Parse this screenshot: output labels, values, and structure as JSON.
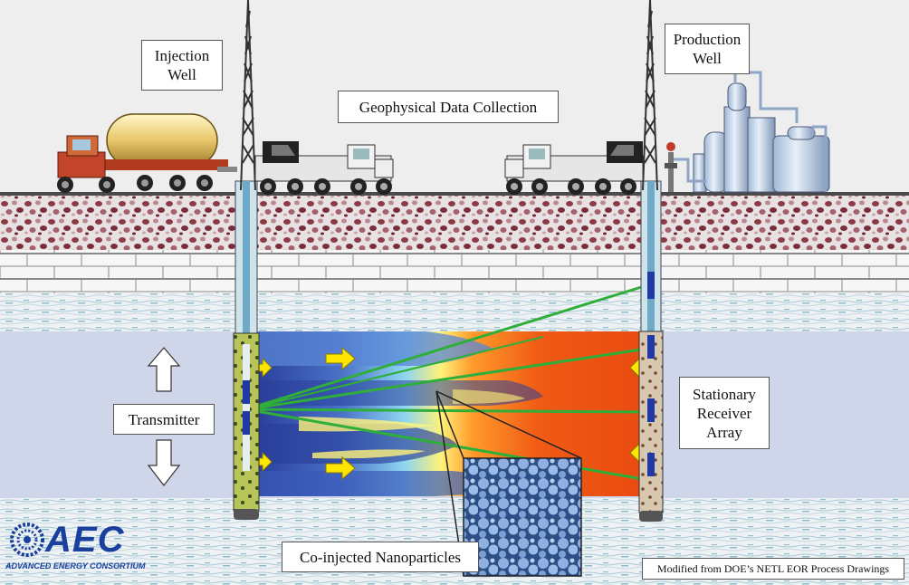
{
  "labels": {
    "injection_well": [
      "Injection",
      "Well"
    ],
    "production_well": [
      "Production",
      "Well"
    ],
    "geophysical": "Geophysical Data Collection",
    "transmitter": "Transmitter",
    "receiver": [
      "Stationary",
      "Receiver",
      "Array"
    ],
    "nanoparticles": "Co-injected Nanoparticles",
    "credit": "Modified from DOE’s NETL EOR Process Drawings"
  },
  "logo": {
    "name": "AEC",
    "subtitle": "ADVANCED ENERGY CONSORTIUM"
  },
  "colors": {
    "sky": "#eeeeee",
    "soil": "#a05a5a",
    "brick": "#f4f4f4",
    "reservoir": "#cfd6ea",
    "signal": "#2fae3a",
    "arrow": "#ffe600",
    "logo": "#1b3f9c"
  },
  "icons": [
    "up-arrow-icon",
    "down-arrow-icon",
    "flow-arrow-icon",
    "tanker-truck-icon",
    "service-truck-icon",
    "derrick-icon",
    "processing-plant-icon",
    "aec-logo-icon"
  ]
}
